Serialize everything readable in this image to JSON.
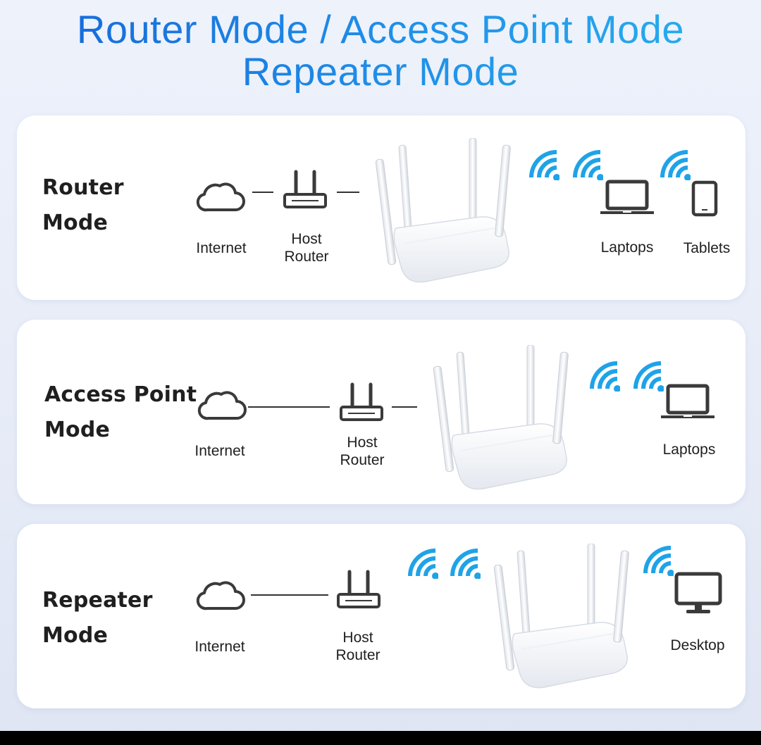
{
  "title": {
    "line1": "Router Mode / Access Point Mode",
    "line2": "Repeater Mode"
  },
  "colors": {
    "title_start": "#1565d8",
    "title_end": "#2ab0ee",
    "wifi": "#1fa3e8",
    "icon_stroke": "#3a3a3a",
    "panel_bg": "#ffffff"
  },
  "panels": [
    {
      "mode_line1": "Router",
      "mode_line2": "Mode",
      "internet": "Internet",
      "host_router": "Host Router",
      "devices": [
        "Laptops",
        "Tablets"
      ]
    },
    {
      "mode_line1": "Access Point",
      "mode_line2": "Mode",
      "internet": "Internet",
      "host_router": "Host Router",
      "devices": [
        "Laptops"
      ]
    },
    {
      "mode_line1": "Repeater",
      "mode_line2": "Mode",
      "internet": "Internet",
      "host_router": "Host Router",
      "devices": [
        "Desktop"
      ]
    }
  ],
  "icons": [
    "cloud-icon",
    "host-router-icon",
    "wifi-icon",
    "laptop-icon",
    "tablet-icon",
    "desktop-icon",
    "access-point-device"
  ]
}
